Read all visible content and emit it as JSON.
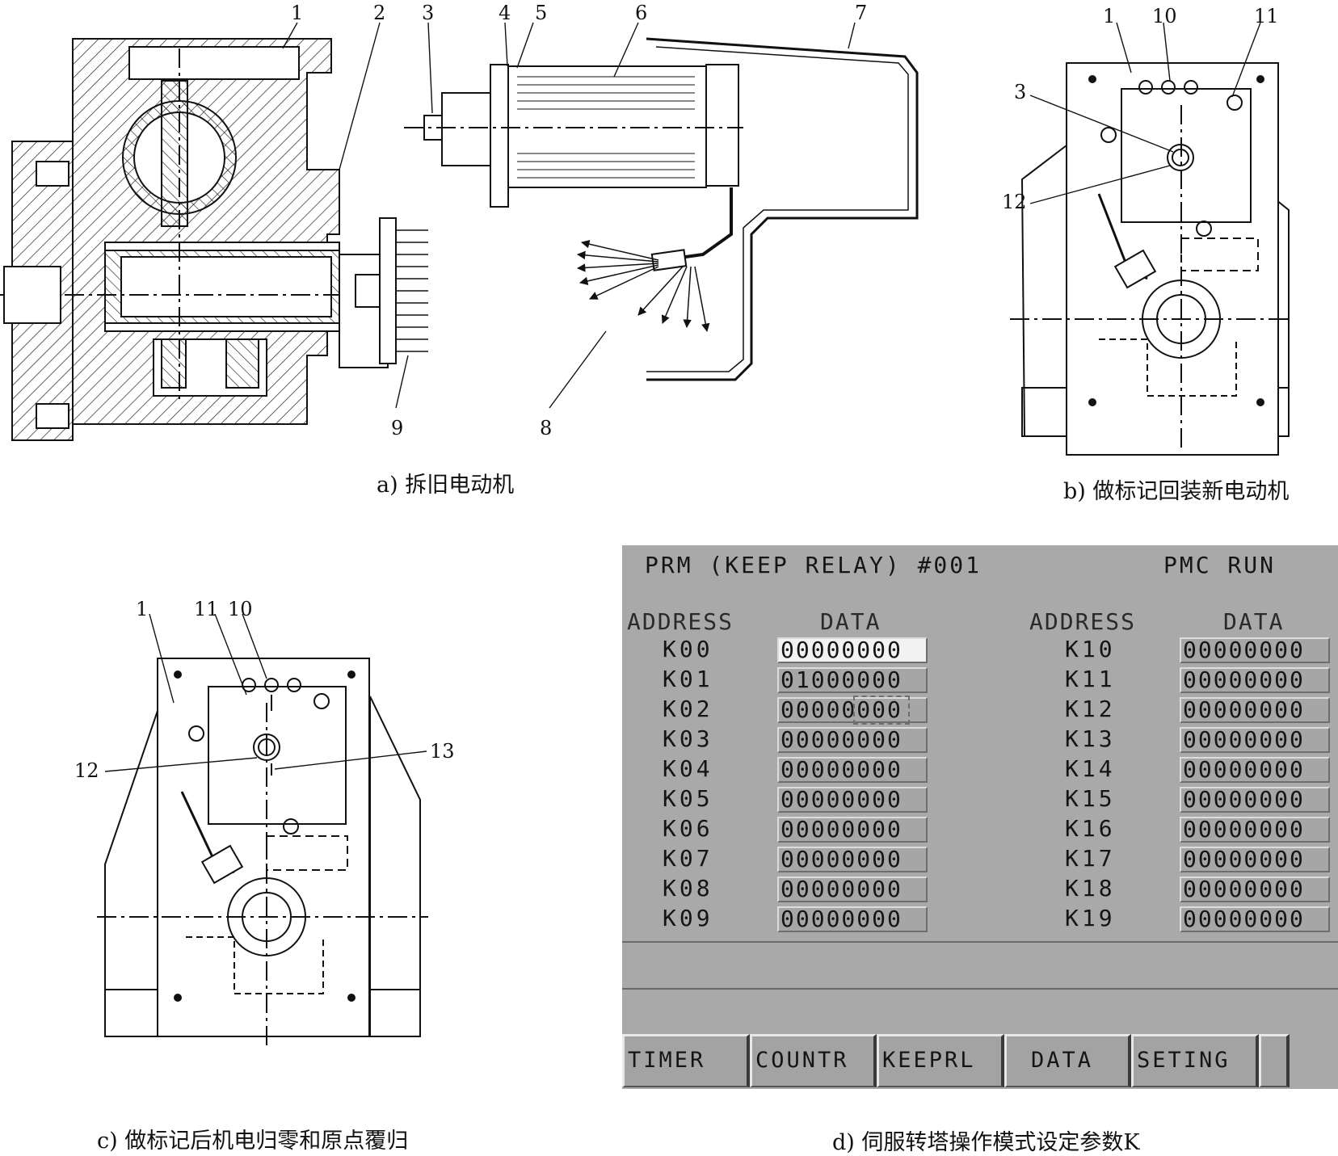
{
  "panels": {
    "a": {
      "caption": "a) 拆旧电动机",
      "labels": [
        "1",
        "2",
        "3",
        "4",
        "5",
        "6",
        "7",
        "8",
        "9"
      ]
    },
    "b": {
      "caption": "b) 做标记回装新电动机",
      "labels": [
        "1",
        "10",
        "11",
        "3",
        "12"
      ]
    },
    "c": {
      "caption": "c) 做标记后机电归零和原点覆归",
      "labels": [
        "1",
        "11",
        "10",
        "12",
        "13"
      ]
    },
    "d": {
      "caption": "d) 伺服转塔操作模式设定参数K",
      "screen": {
        "title": "PRM  (KEEP  RELAY)  #001",
        "status": "PMC  RUN",
        "col_address": "ADDRESS",
        "col_data": "DATA",
        "left_rows": [
          {
            "address": "K00",
            "data": "00000000"
          },
          {
            "address": "K01",
            "data": "01000000"
          },
          {
            "address": "K02",
            "data": "00000000"
          },
          {
            "address": "K03",
            "data": "00000000"
          },
          {
            "address": "K04",
            "data": "00000000"
          },
          {
            "address": "K05",
            "data": "00000000"
          },
          {
            "address": "K06",
            "data": "00000000"
          },
          {
            "address": "K07",
            "data": "00000000"
          },
          {
            "address": "K08",
            "data": "00000000"
          },
          {
            "address": "K09",
            "data": "00000000"
          }
        ],
        "right_rows": [
          {
            "address": "K10",
            "data": "00000000"
          },
          {
            "address": "K11",
            "data": "00000000"
          },
          {
            "address": "K12",
            "data": "00000000"
          },
          {
            "address": "K13",
            "data": "00000000"
          },
          {
            "address": "K14",
            "data": "00000000"
          },
          {
            "address": "K15",
            "data": "00000000"
          },
          {
            "address": "K16",
            "data": "00000000"
          },
          {
            "address": "K17",
            "data": "00000000"
          },
          {
            "address": "K18",
            "data": "00000000"
          },
          {
            "address": "K19",
            "data": "00000000"
          }
        ],
        "softkeys": [
          "TIMER",
          "COUNTR",
          "KEEPRL",
          "DATA",
          "SETING"
        ]
      }
    }
  }
}
